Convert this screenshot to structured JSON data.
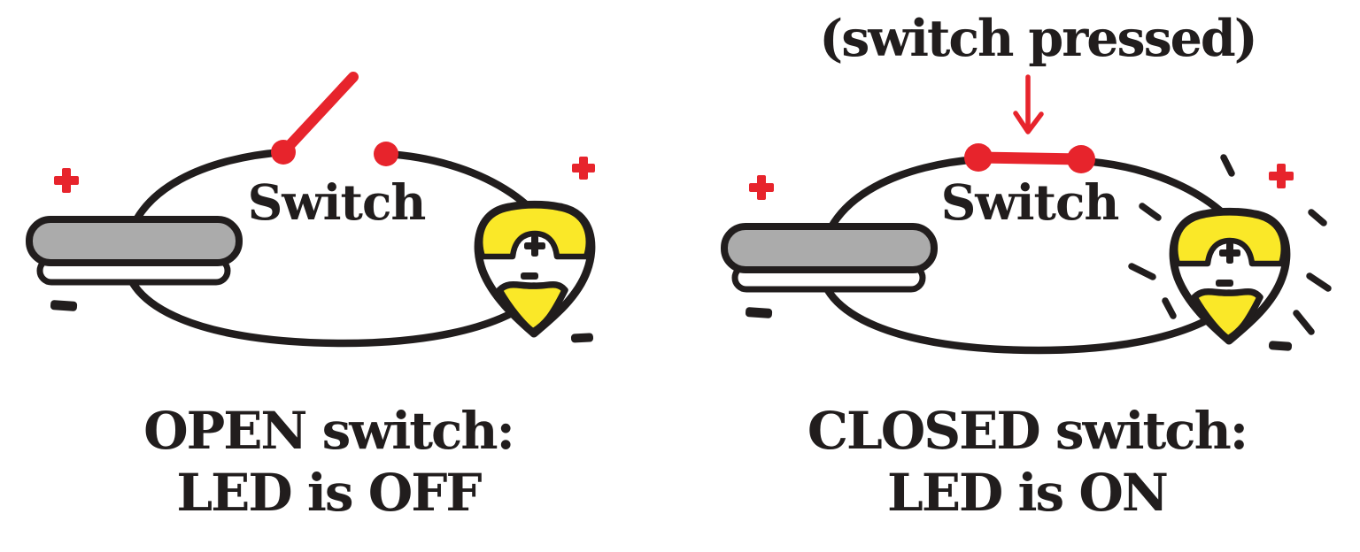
{
  "figure": {
    "type": "circuit-comparison-diagram",
    "background": "#ffffff",
    "colors": {
      "ink": "#211d1d",
      "red": "#e7242c",
      "led_yellow": "#fae828",
      "battery_gray": "#ababab",
      "white": "#ffffff"
    },
    "panels": [
      {
        "id": "open-switch-panel",
        "switch_label": "Switch",
        "switch_state": "open",
        "caption_line1": "OPEN switch:",
        "caption_line2": "LED is OFF",
        "led_state": "off",
        "ray_count": 0,
        "symbols": {
          "battery_plus": "+",
          "battery_minus": "−",
          "led_plus": "+",
          "led_minus": "−",
          "led_terminal_plus": "+",
          "led_terminal_minus": "−"
        }
      },
      {
        "id": "closed-switch-panel",
        "pressed_note": "(switch pressed)",
        "switch_label": "Switch",
        "switch_state": "closed",
        "caption_line1": "CLOSED switch:",
        "caption_line2": "LED is ON",
        "led_state": "on",
        "ray_count": 7,
        "symbols": {
          "battery_plus": "+",
          "battery_minus": "−",
          "led_plus": "+",
          "led_minus": "−",
          "led_terminal_plus": "+",
          "led_terminal_minus": "−"
        }
      }
    ]
  }
}
